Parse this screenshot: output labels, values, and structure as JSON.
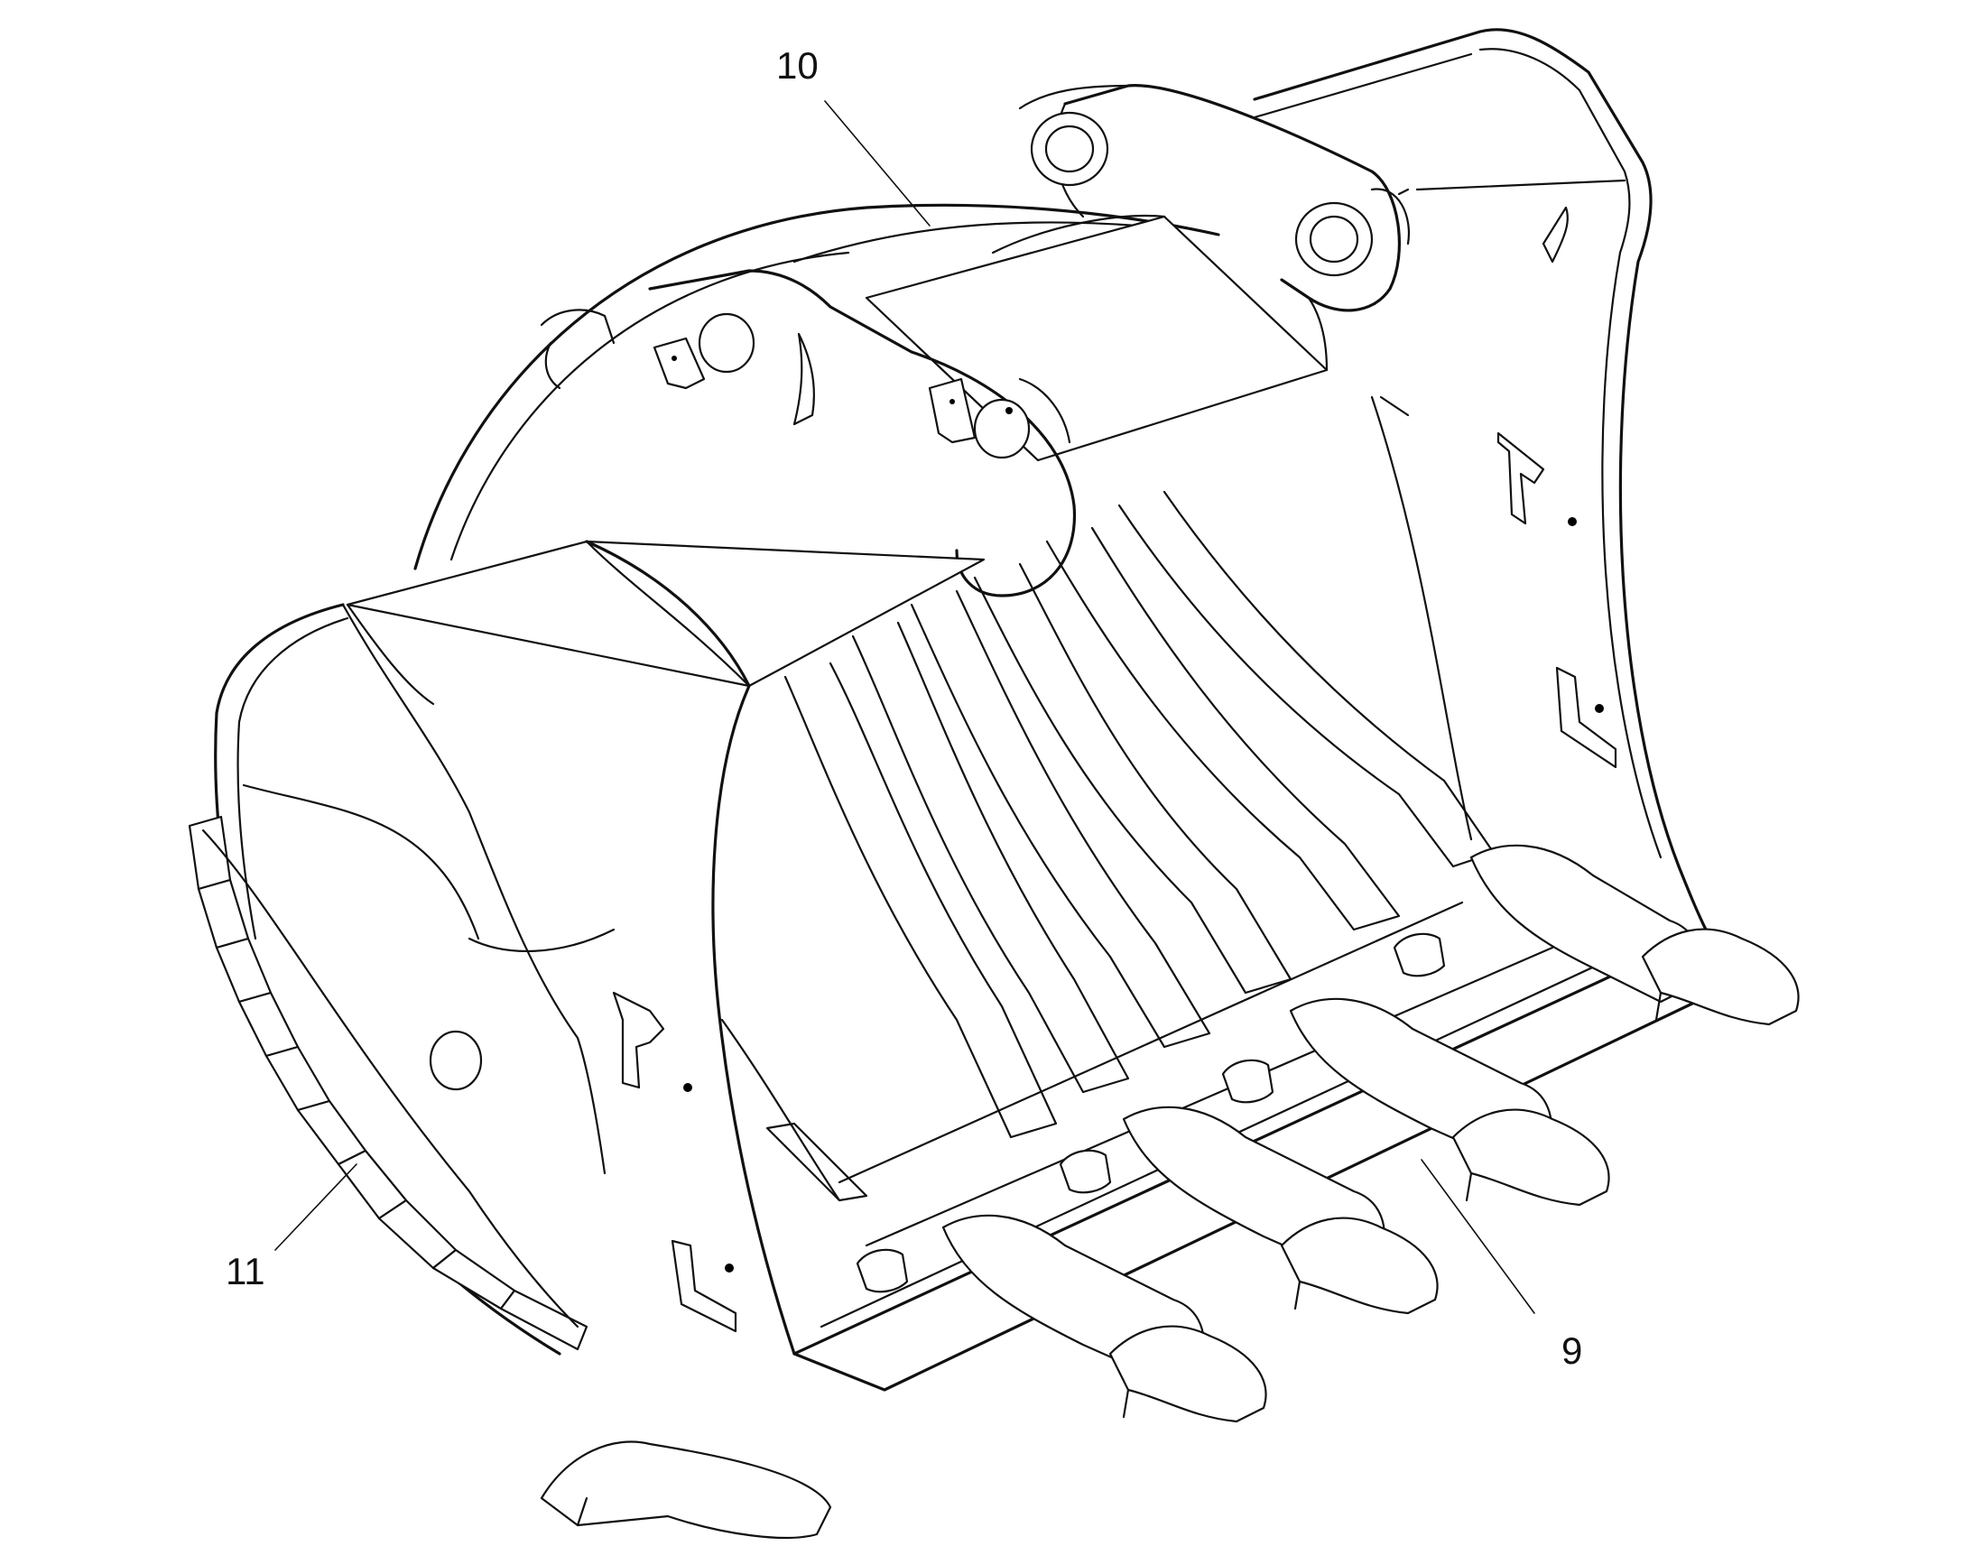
{
  "callouts": {
    "part_10": "10",
    "part_11": "11",
    "part_9": "9"
  },
  "colors": {
    "line": "#111111",
    "background": "#ffffff"
  }
}
